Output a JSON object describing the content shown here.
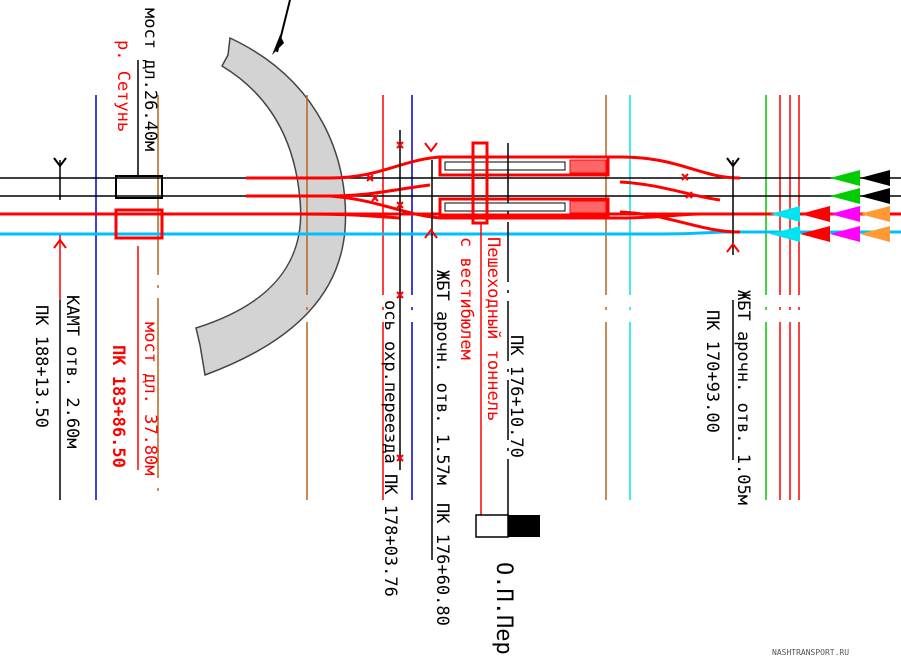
{
  "labels": {
    "bridge_setun_1": "мост дл.26.40м",
    "bridge_setun_2": "р. Сетунь",
    "bridge_37_1": "мост дл. 37.80м",
    "bridge_37_2": "ПК 183+86.50",
    "kamt_1": "КАМТ отв. 2.60м",
    "kamt_2": "ПК 188+13.50",
    "crossing_1": "ось охр.переезда ПК 178+03.76",
    "zbt_157_1": "ЖБТ арочн. отв. 1.57м",
    "zbt_157_2": "ПК 176+60.80",
    "tunnel_1": "Пешеходный тоннель",
    "tunnel_2": "с вестибюлем",
    "tunnel_pk": "ПК 176+10.70",
    "zbt_105_1": "ЖБТ арочн. отв. 1.05м",
    "zbt_105_2": "ПК 170+93.00",
    "platform": "О.П.Пер",
    "watermark": "NASHTRANSPORT.RU"
  },
  "colors": {
    "red": "#ff0000",
    "cyan": "#00bfff",
    "black": "#000000",
    "grey": "#d3d3d3",
    "brown": "#b5651d",
    "blue": "#0000cc",
    "green": "#00cc00",
    "magenta": "#ff00ff",
    "orange": "#ff9933",
    "lightcyan": "#00e5ee"
  }
}
